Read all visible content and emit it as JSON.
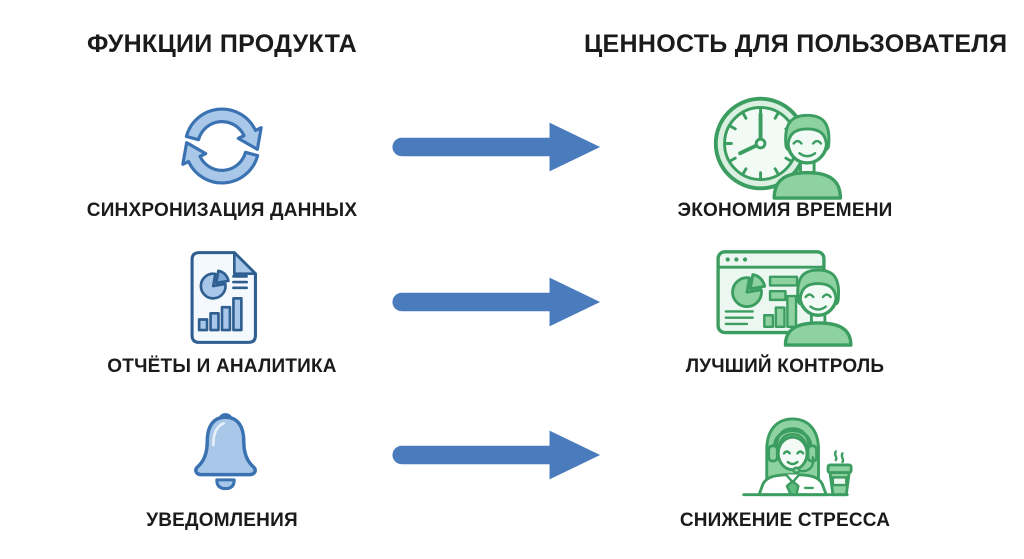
{
  "headers": {
    "left": "ФУНКЦИИ ПРОДУКТА",
    "right": "ЦЕННОСТЬ ДЛЯ ПОЛЬЗОВАТЕЛЯ"
  },
  "rows": [
    {
      "feature": {
        "label": "СИНХРОНИЗАЦИЯ ДАННЫХ",
        "icon": "sync-icon"
      },
      "value": {
        "label": "ЭКОНОМИЯ ВРЕМЕНИ",
        "icon": "clock-person-icon"
      }
    },
    {
      "feature": {
        "label": "ОТЧЁТЫ И АНАЛИТИКА",
        "icon": "report-document-icon"
      },
      "value": {
        "label": "ЛУЧШИЙ КОНТРОЛЬ",
        "icon": "dashboard-person-icon"
      }
    },
    {
      "feature": {
        "label": "УВЕДОМЛЕНИЯ",
        "icon": "bell-icon"
      },
      "value": {
        "label": "СНИЖЕНИЕ СТРЕССА",
        "icon": "support-agent-coffee-icon"
      }
    }
  ],
  "colors": {
    "feature_fill": "#A9C7E9",
    "feature_stroke": "#3A72B2",
    "document_stroke": "#2F5E91",
    "arrow": "#4A7BBD",
    "value_stroke": "#3C9D60",
    "value_fill": "#8FD2A2",
    "value_light": "#EDF7F1",
    "text": "#1B1B1B",
    "background": "#FFFFFF"
  }
}
